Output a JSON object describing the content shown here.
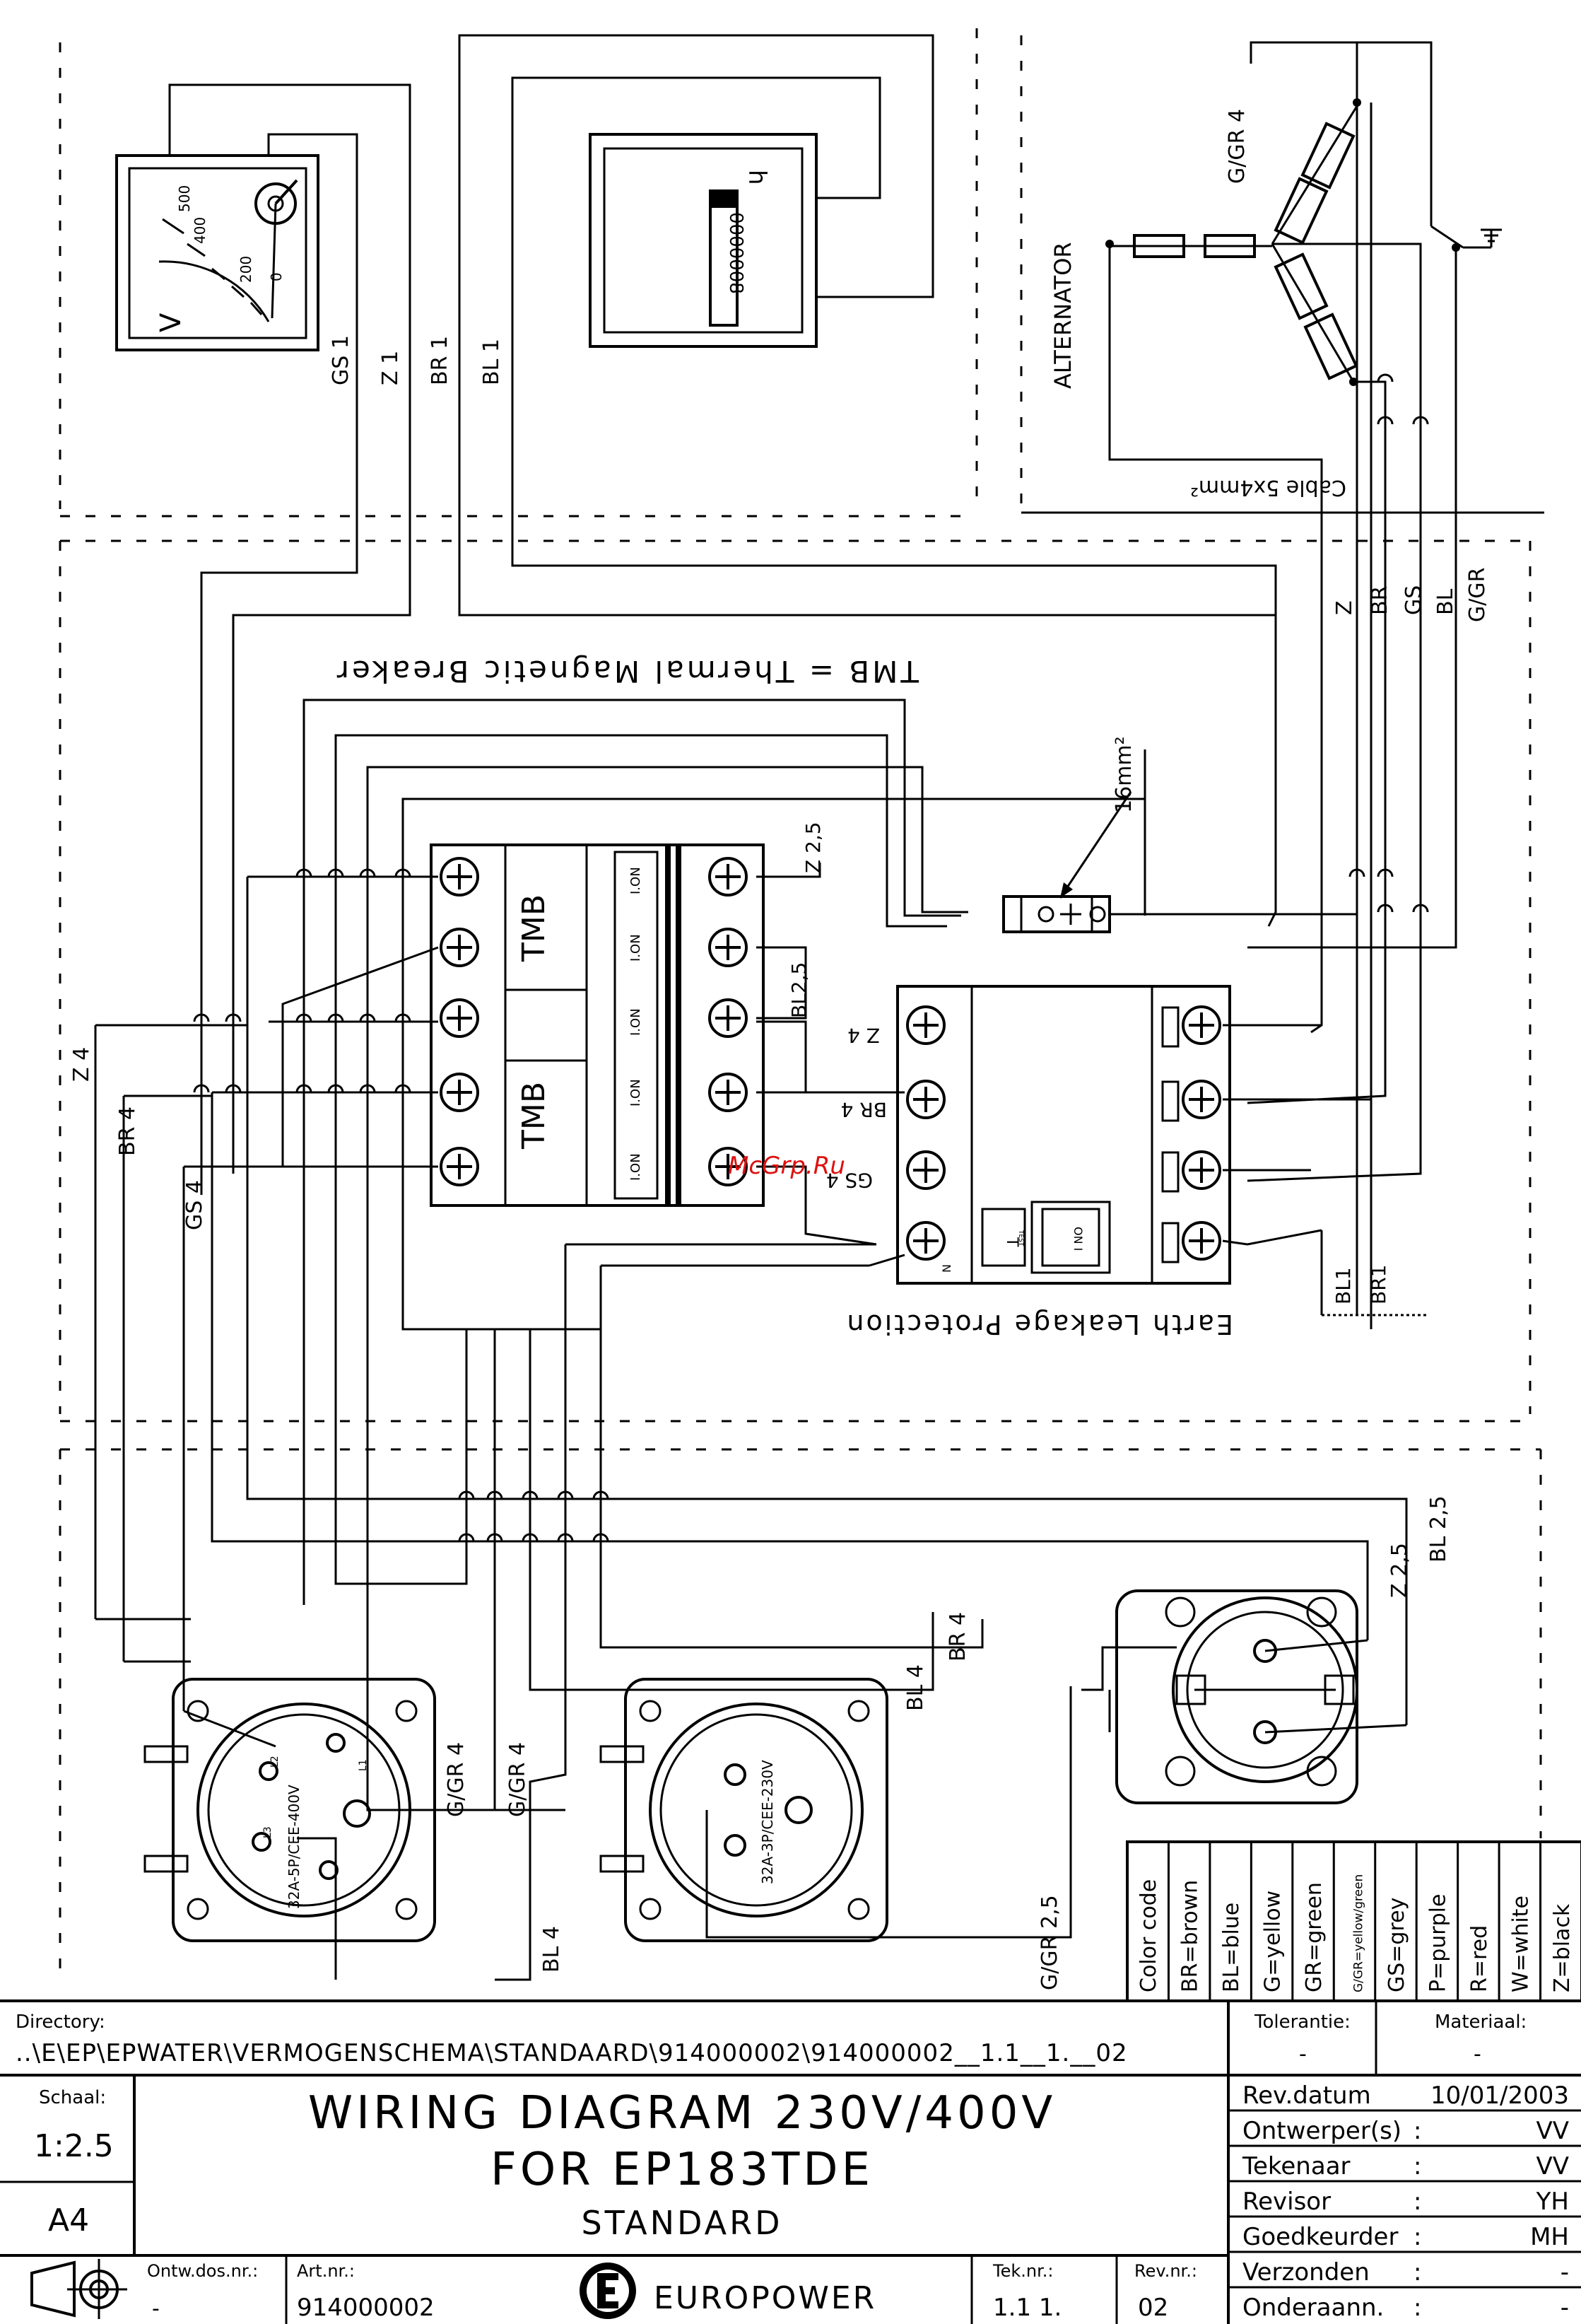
{
  "labels": {
    "tmb_note": "TMB = Thermal Magnetic Breaker",
    "tmb": "TMB",
    "on": "I.ON",
    "on2": "ON I",
    "test": "TEST",
    "elp": "Earth Leakage Protection",
    "alternator": "ALTERNATOR",
    "cable": "Cable 5x4mm²",
    "mm16": "16mm²",
    "n": "N",
    "t": "T",
    "hours": "h",
    "hourmeter_digits": "0000008",
    "volt_v": "V",
    "volt_500": "500",
    "volt_400": "400",
    "volt_200": "200",
    "volt_0": "0",
    "socket_400": "32A-5P/CEE-400V",
    "socket_230": "32A-3P/CEE-230V",
    "l1": "L1",
    "l2": "L2",
    "l3": "L3",
    "watermark": "McGrp.Ru"
  },
  "wires": {
    "gs1": "GS 1",
    "z1": "Z 1",
    "br1": "BR 1",
    "bl1": "BL 1",
    "ggr4_top": "G/GR 4",
    "z": "Z",
    "br": "BR",
    "gs": "GS",
    "bl": "BL",
    "ggr": "G/GR",
    "z25a": "Z 2,5",
    "bl25a": "BL2,5",
    "z4a": "Z 4",
    "br4a": "BR 4",
    "gs4a": "GS 4",
    "bl1b": "BL1",
    "br1b": "BR1",
    "z4": "Z 4",
    "br4": "BR 4",
    "gs4": "GS 4",
    "z25": "Z 2,5",
    "bl25": "BL 2,5",
    "ggr4a": "G/GR 4",
    "ggr4b": "G/GR 4",
    "br4c": "BR 4",
    "bl4c": "BL 4",
    "ggr25": "G/GR 2,5",
    "bl4": "BL 4"
  },
  "color_codes": [
    "Color code",
    "BR=brown",
    "BL=blue",
    "G=yellow",
    "GR=green",
    "G/GR=yellow/green",
    "GS=grey",
    "P=purple",
    "R=red",
    "W=white",
    "Z=black"
  ],
  "titleblock": {
    "directory_label": "Directory:",
    "directory": "..\\E\\EP\\EPWATER\\VERMOGENSCHEMA\\STANDAARD\\914000002\\914000002__1.1__1.__02",
    "tolerantie_label": "Tolerantie:",
    "tolerantie": "-",
    "materiaal_label": "Materiaal:",
    "materiaal": "-",
    "schaal_label": "Schaal:",
    "schaal": "1:2.5",
    "format": "A4",
    "title1": "WIRING DIAGRAM 230V/400V",
    "title2": "FOR EP183TDE",
    "title3": "STANDARD",
    "ontw_label": "Ontw.dos.nr.:",
    "ontw": "-",
    "art_label": "Art.nr.:",
    "art": "914000002",
    "brand": "EUROPOWER",
    "tek_label": "Tek.nr.:",
    "tek": "1.1 1.",
    "rev_label": "Rev.nr.:",
    "rev": "02",
    "rows": [
      {
        "label": "Rev.datum",
        "sep": "",
        "value": "10/01/2003"
      },
      {
        "label": "Ontwerper(s)",
        "sep": ":",
        "value": "VV"
      },
      {
        "label": "Tekenaar",
        "sep": ":",
        "value": "VV"
      },
      {
        "label": "Revisor",
        "sep": ":",
        "value": "YH"
      },
      {
        "label": "Goedkeurder",
        "sep": ":",
        "value": "MH"
      },
      {
        "label": "Verzonden",
        "sep": ":",
        "value": "-"
      },
      {
        "label": "Onderaann.",
        "sep": ":",
        "value": "-"
      }
    ]
  }
}
